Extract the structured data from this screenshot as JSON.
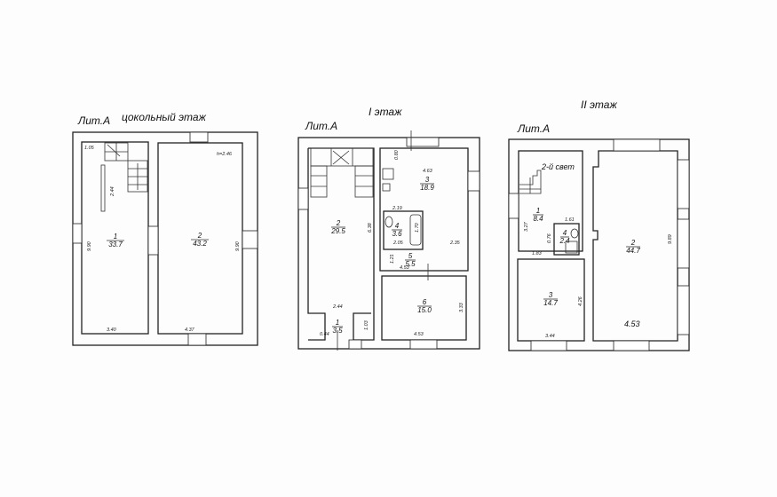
{
  "plans": [
    {
      "lit": "Лит.А",
      "title": "цокольный этаж",
      "height_note": "h=2.46",
      "rooms": [
        {
          "no": "1",
          "area": "33.7"
        },
        {
          "no": "2",
          "area": "43.2"
        }
      ],
      "dims": [
        "1.05",
        "2.44",
        "9.90",
        "9.90",
        "3.40",
        "4.37"
      ]
    },
    {
      "lit": "Лит.А",
      "title": "I этаж",
      "rooms": [
        {
          "no": "1",
          "area": "3.5"
        },
        {
          "no": "2",
          "area": "29.5"
        },
        {
          "no": "3",
          "area": "18.9"
        },
        {
          "no": "4",
          "area": "3.6"
        },
        {
          "no": "5",
          "area": "5.5"
        },
        {
          "no": "6",
          "area": "15.0"
        }
      ],
      "dims": [
        "0.80",
        "4.63",
        "2.19",
        "2.05",
        "1.21",
        "4.53",
        "2.35",
        "6.38",
        "2.44",
        "0.44",
        "1.03",
        "3.33",
        "4.53",
        "1.70"
      ]
    },
    {
      "lit": "Лит.А",
      "title": "II этаж",
      "second_light": "2-й свет",
      "rooms": [
        {
          "no": "1",
          "area": "8.4"
        },
        {
          "no": "2",
          "area": "44.7"
        },
        {
          "no": "3",
          "area": "14.7"
        },
        {
          "no": "4",
          "area": "2.4"
        }
      ],
      "dims": [
        "3.27",
        "1.61",
        "1.83",
        "9.89",
        "4.53",
        "4.26",
        "3.44",
        "0.76"
      ]
    }
  ]
}
